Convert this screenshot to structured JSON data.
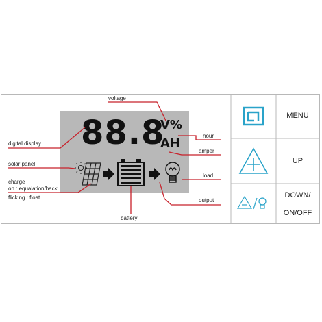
{
  "lcd": {
    "digits": "88.8",
    "unit_top": "V%",
    "unit_bottom": "AH"
  },
  "labels": {
    "voltage": "voltage",
    "digital_display": "digital display",
    "hour": "hour",
    "amper": "amper",
    "solar_panel": "solar panel",
    "load": "load",
    "charge_line1": "charge",
    "charge_line2": "on : equalation/back",
    "charge_line3": "flicking : float",
    "output": "output",
    "battery": "battery"
  },
  "buttons": [
    {
      "icon": "menu-square-icon",
      "label": "MENU"
    },
    {
      "icon": "up-triangle-icon",
      "label": "UP"
    },
    {
      "icon": "down-onoff-icon",
      "label_line1": "DOWN/",
      "label_line2": "ON/OFF"
    }
  ],
  "colors": {
    "lcd_background": "#b8b8b8",
    "leader_line": "#c8202a",
    "button_icon": "#2aa3c9"
  }
}
